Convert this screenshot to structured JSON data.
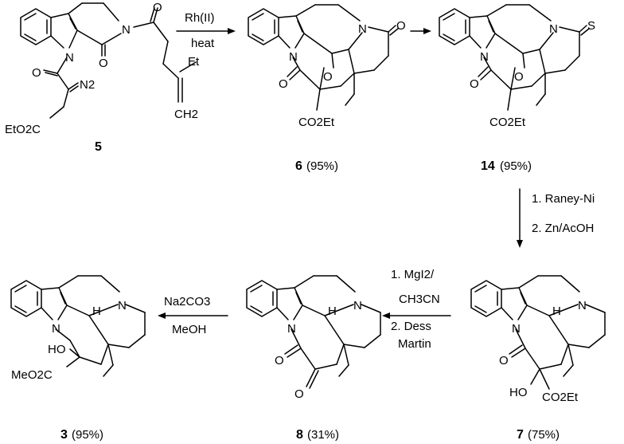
{
  "compounds": {
    "c5": {
      "id": "5",
      "yield": ""
    },
    "c6": {
      "id": "6",
      "yield": "(95%)"
    },
    "c14": {
      "id": "14",
      "yield": "(95%)"
    },
    "c7": {
      "id": "7",
      "yield": "(75%)"
    },
    "c8": {
      "id": "8",
      "yield": "(31%)"
    },
    "c3": {
      "id": "3",
      "yield": "(95%)"
    }
  },
  "atoms": {
    "n": "N",
    "o": "O",
    "s": "S",
    "h": "H",
    "et": "Et",
    "n2": "N2",
    "ch2": "CH2",
    "eto2c": "EtO2C",
    "co2et": "CO2Et",
    "ho": "HO",
    "meo2c": "MeO2C"
  },
  "arrows": {
    "a1": {
      "line1": "Rh(II)",
      "line2": "heat"
    },
    "a3": {
      "line1": "1. Raney-Ni",
      "line2": "2. Zn/AcOH"
    },
    "a4": {
      "line1": "1. MgI2/",
      "line2": "CH3CN",
      "line3": "2. Dess",
      "line4": "Martin"
    },
    "a5": {
      "line1": "Na2CO3",
      "line2": "MeOH"
    }
  }
}
